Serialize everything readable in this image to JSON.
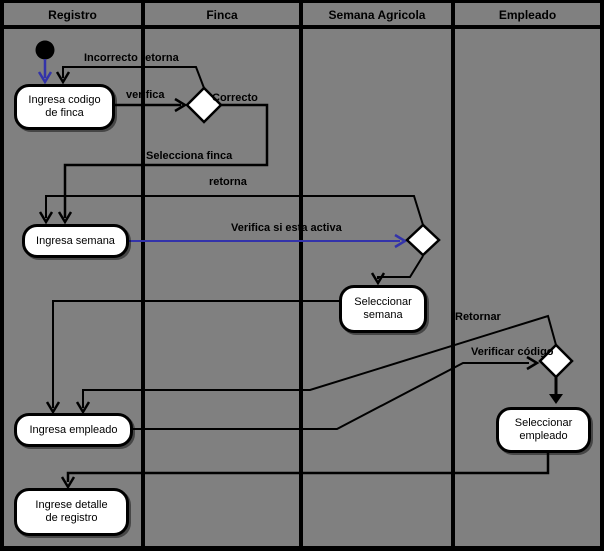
{
  "lanes": [
    {
      "label": "Registro"
    },
    {
      "label": "Finca"
    },
    {
      "label": "Semana Agricola"
    },
    {
      "label": "Empleado"
    }
  ],
  "activities": {
    "ingresa_codigo_finca": {
      "line1": "Ingresa codigo",
      "line2": "de finca"
    },
    "ingresa_semana": {
      "line1": "Ingresa semana"
    },
    "seleccionar_semana": {
      "line1": "Seleccionar",
      "line2": "semana"
    },
    "seleccionar_empleado": {
      "line1": "Seleccionar",
      "line2": "empleado"
    },
    "ingresa_empleado": {
      "line1": "Ingresa empleado"
    },
    "ingrese_detalle_registro": {
      "line1": "Ingrese detalle",
      "line2": "de registro"
    }
  },
  "edge_labels": {
    "incorrecto_retorna": "Incorrecto retorna",
    "verifica": "verifica",
    "correcto": "Correcto",
    "selecciona_finca": "Selecciona finca",
    "retorna": "retorna",
    "verifica_si_esta_activa": "Verifica si esta activa",
    "retornar": "Retornar",
    "verificar_codigo": "Verificar código"
  },
  "colors": {
    "background": "#808080",
    "line": "#000000",
    "node_fill": "#FFFFFF",
    "accent_blue": "#3333AA"
  }
}
